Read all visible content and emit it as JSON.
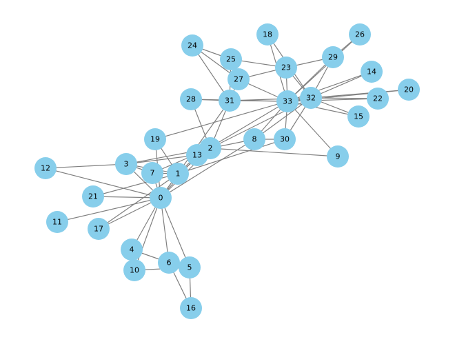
{
  "graph": {
    "colors": {
      "node_fill": "#87CEEB",
      "edge": "#808080",
      "label": "#000000",
      "background": "#ffffff"
    },
    "nodes": [
      "0",
      "1",
      "2",
      "3",
      "4",
      "5",
      "6",
      "7",
      "8",
      "9",
      "10",
      "11",
      "12",
      "13",
      "14",
      "15",
      "16",
      "17",
      "18",
      "19",
      "20",
      "21",
      "22",
      "23",
      "24",
      "25",
      "26",
      "27",
      "28",
      "29",
      "30",
      "31",
      "32",
      "33"
    ],
    "edges": [
      [
        "0",
        "1"
      ],
      [
        "0",
        "2"
      ],
      [
        "0",
        "3"
      ],
      [
        "0",
        "4"
      ],
      [
        "0",
        "5"
      ],
      [
        "0",
        "6"
      ],
      [
        "0",
        "7"
      ],
      [
        "0",
        "8"
      ],
      [
        "0",
        "10"
      ],
      [
        "0",
        "11"
      ],
      [
        "0",
        "12"
      ],
      [
        "0",
        "13"
      ],
      [
        "0",
        "17"
      ],
      [
        "0",
        "19"
      ],
      [
        "0",
        "21"
      ],
      [
        "0",
        "31"
      ],
      [
        "1",
        "2"
      ],
      [
        "1",
        "3"
      ],
      [
        "1",
        "7"
      ],
      [
        "1",
        "13"
      ],
      [
        "1",
        "17"
      ],
      [
        "1",
        "19"
      ],
      [
        "1",
        "21"
      ],
      [
        "1",
        "30"
      ],
      [
        "2",
        "3"
      ],
      [
        "2",
        "7"
      ],
      [
        "2",
        "8"
      ],
      [
        "2",
        "9"
      ],
      [
        "2",
        "13"
      ],
      [
        "2",
        "27"
      ],
      [
        "2",
        "28"
      ],
      [
        "2",
        "32"
      ],
      [
        "3",
        "7"
      ],
      [
        "3",
        "12"
      ],
      [
        "3",
        "13"
      ],
      [
        "4",
        "6"
      ],
      [
        "4",
        "10"
      ],
      [
        "5",
        "6"
      ],
      [
        "5",
        "10"
      ],
      [
        "5",
        "16"
      ],
      [
        "6",
        "16"
      ],
      [
        "8",
        "30"
      ],
      [
        "8",
        "32"
      ],
      [
        "8",
        "33"
      ],
      [
        "9",
        "33"
      ],
      [
        "13",
        "33"
      ],
      [
        "14",
        "32"
      ],
      [
        "14",
        "33"
      ],
      [
        "15",
        "32"
      ],
      [
        "15",
        "33"
      ],
      [
        "18",
        "32"
      ],
      [
        "18",
        "33"
      ],
      [
        "19",
        "33"
      ],
      [
        "20",
        "32"
      ],
      [
        "20",
        "33"
      ],
      [
        "22",
        "32"
      ],
      [
        "22",
        "33"
      ],
      [
        "23",
        "25"
      ],
      [
        "23",
        "27"
      ],
      [
        "23",
        "29"
      ],
      [
        "23",
        "32"
      ],
      [
        "23",
        "33"
      ],
      [
        "24",
        "25"
      ],
      [
        "24",
        "27"
      ],
      [
        "24",
        "31"
      ],
      [
        "25",
        "31"
      ],
      [
        "26",
        "29"
      ],
      [
        "26",
        "33"
      ],
      [
        "27",
        "33"
      ],
      [
        "28",
        "31"
      ],
      [
        "28",
        "33"
      ],
      [
        "29",
        "32"
      ],
      [
        "29",
        "33"
      ],
      [
        "30",
        "32"
      ],
      [
        "30",
        "33"
      ],
      [
        "31",
        "32"
      ],
      [
        "31",
        "33"
      ],
      [
        "32",
        "33"
      ]
    ]
  }
}
